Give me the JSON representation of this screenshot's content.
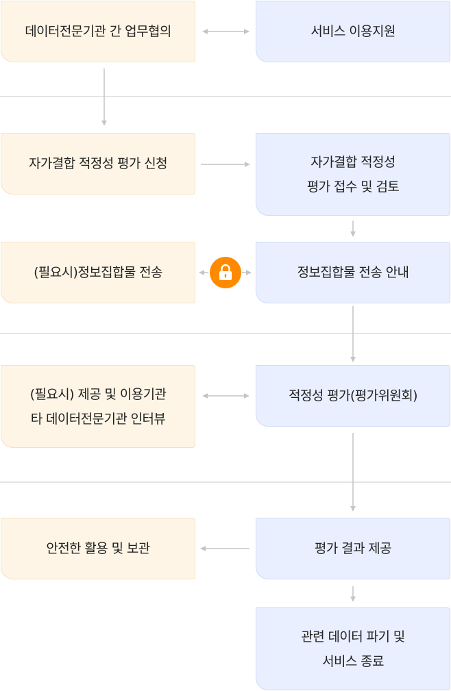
{
  "colors": {
    "requester_box": "#fff5e6",
    "requester_border": "#f7e1c2",
    "agency_box": "#e9efff",
    "agency_border": "#cfdcf6",
    "arrow": "#c4c4c4",
    "divider": "#e4e4e4",
    "lock_accent": "#ff8a00"
  },
  "icons": {
    "lock": "lock-icon"
  },
  "steps": {
    "consultation": "데이터전문기관 간 업무협의",
    "service_support": "서비스 이용지원",
    "apply_evaluation": "자가결합 적정성 평가 신청",
    "receive_review": "자가결합 적정성\n평가 접수 및 검토",
    "send_data": "(필요시)정보집합물 전송",
    "send_notice": "정보집합물 전송 안내",
    "interview": "(필요시) 제공 및 이용기관\n타 데이터전문기관 인터뷰",
    "evaluation": "적정성 평가(평가위원회)",
    "safe_use": "안전한 활용 및 보관",
    "provide_result": "평가 결과 제공",
    "destroy_end": "관련 데이터 파기 및\n서비스 종료"
  }
}
